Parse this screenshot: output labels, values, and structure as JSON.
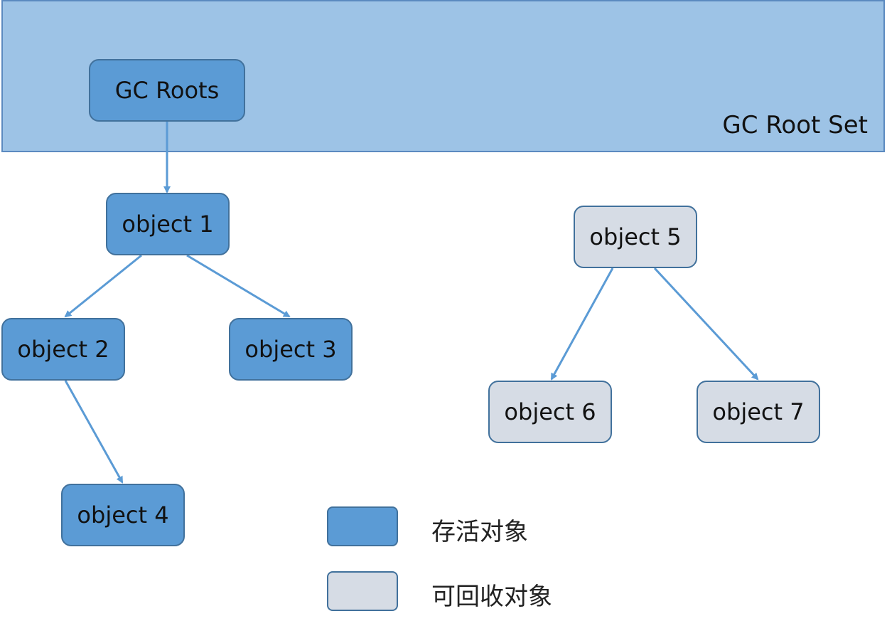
{
  "root_set": {
    "label": "GC Root Set"
  },
  "nodes": {
    "gc_roots": "GC Roots",
    "object1": "object 1",
    "object2": "object 2",
    "object3": "object 3",
    "object4": "object 4",
    "object5": "object 5",
    "object6": "object 6",
    "object7": "object 7"
  },
  "legend": {
    "alive": "存活对象",
    "collectable": "可回收对象"
  },
  "colors": {
    "alive": "#5b9bd5",
    "collectable": "#d6dce5",
    "root_set": "#9dc3e6",
    "edge": "#5b9bd5"
  }
}
